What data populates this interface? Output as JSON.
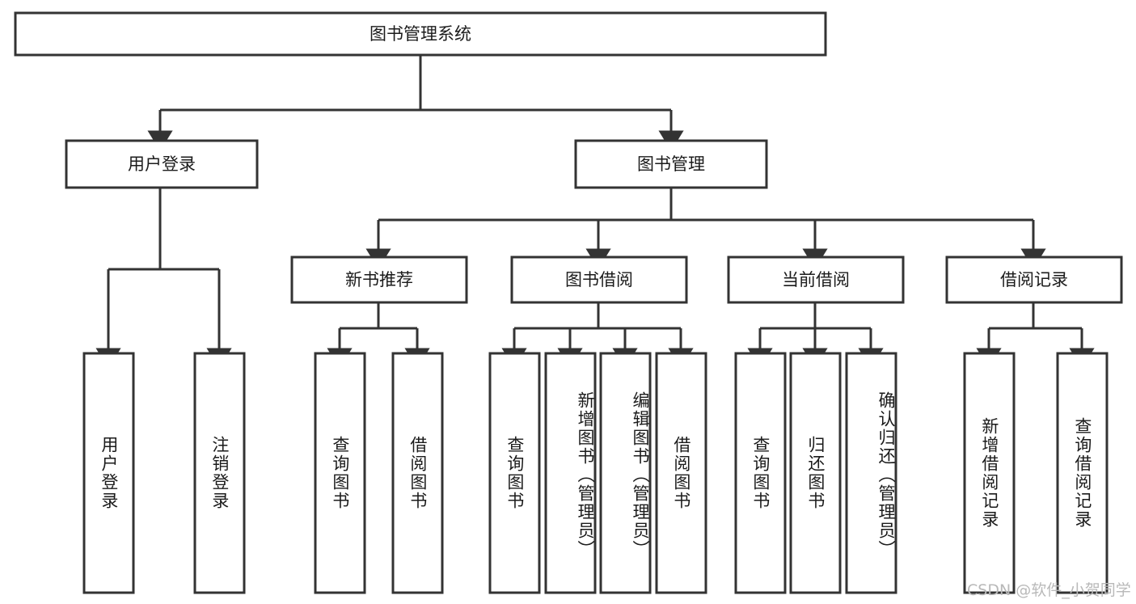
{
  "diagram": {
    "title": "图书管理系统",
    "type": "tree-hierarchy-diagram",
    "colors": {
      "box_stroke": "#333333",
      "box_fill": "#ffffff",
      "text": "#1b1b1b",
      "watermark": "#b9b9b9",
      "background": "#ffffff"
    },
    "root": {
      "label": "图书管理系统"
    },
    "level2": [
      {
        "label": "用户登录"
      },
      {
        "label": "图书管理"
      }
    ],
    "level3": [
      {
        "label": "新书推荐"
      },
      {
        "label": "图书借阅"
      },
      {
        "label": "当前借阅"
      },
      {
        "label": "借阅记录"
      }
    ],
    "leaves": {
      "user_login": [
        {
          "label": "用户登录"
        },
        {
          "label": "注销登录"
        }
      ],
      "new_book_recommend": [
        {
          "label": "查询图书"
        },
        {
          "label": "借阅图书"
        }
      ],
      "book_borrow": [
        {
          "label": "查询图书"
        },
        {
          "label": "新增图书（管理员）"
        },
        {
          "label": "编辑图书（管理员）"
        },
        {
          "label": "借阅图书"
        }
      ],
      "current_borrow": [
        {
          "label": "查询图书"
        },
        {
          "label": "归还图书"
        },
        {
          "label": "确认归还（管理员）"
        }
      ],
      "borrow_record": [
        {
          "label": "新增借阅记录"
        },
        {
          "label": "查询借阅记录"
        }
      ]
    },
    "watermark": "CSDN @软件_小贺同学"
  }
}
